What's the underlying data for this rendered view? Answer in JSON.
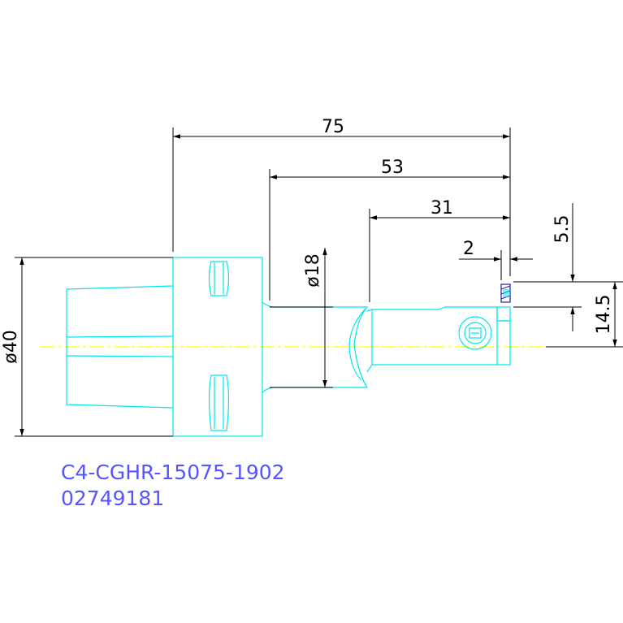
{
  "colors": {
    "outline": "#00e5ee",
    "dimension": "#000000",
    "centerline": "#ffff00",
    "caption": "#5555ff",
    "insert": "#2222aa"
  },
  "dimensions": {
    "overall_length": "75",
    "mid_length": "53",
    "bar_length": "31",
    "tip_offset": "2",
    "diameter_shank": "ø40",
    "diameter_neck": "ø18",
    "insert_height": "5.5",
    "center_height": "14.5"
  },
  "caption": {
    "part_number": "C4-CGHR-15075-1902",
    "article_number": "02749181"
  }
}
